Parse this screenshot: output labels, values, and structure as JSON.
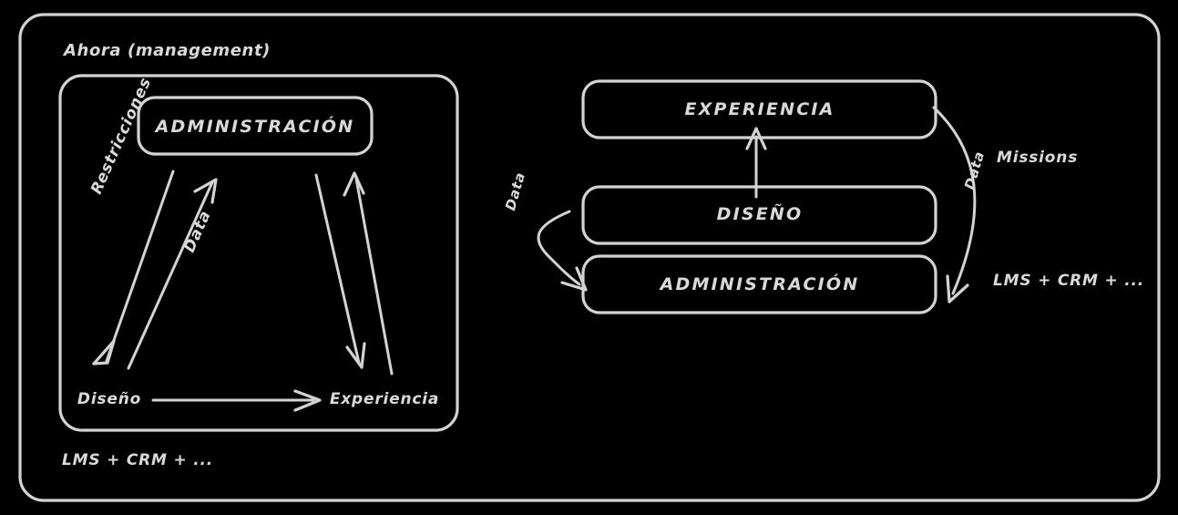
{
  "diagram": {
    "title": "Ahora (management)",
    "background_color": "#000000",
    "stroke_color": "#d3d3d3",
    "text_color": "#d9d9d9"
  },
  "left_panel": {
    "title": "Ahora (management)",
    "top_box": {
      "label": "ADMINISTRACIÓN"
    },
    "bottom_left_node": {
      "label": "Diseño"
    },
    "bottom_right_node": {
      "label": "Experiencia"
    },
    "edges": [
      {
        "name": "admin-to-diseno",
        "label": "Restricciones",
        "direction": "down"
      },
      {
        "name": "diseno-to-admin",
        "label": "Data",
        "direction": "up"
      },
      {
        "name": "admin-to-experiencia",
        "label": "",
        "direction": "down"
      },
      {
        "name": "experiencia-to-admin",
        "label": "",
        "direction": "up"
      },
      {
        "name": "diseno-to-experiencia",
        "label": "",
        "direction": "right"
      }
    ],
    "caption": "LMS + CRM + ..."
  },
  "right_panel": {
    "boxes": [
      {
        "label": "EXPERIENCIA"
      },
      {
        "label": "DISEÑO"
      },
      {
        "label": "ADMINISTRACIÓN"
      }
    ],
    "edges": [
      {
        "name": "diseno-to-experiencia",
        "label": "",
        "direction": "up"
      },
      {
        "name": "diseno-to-administracion",
        "label": "Data",
        "direction": "curve-left-down"
      },
      {
        "name": "experiencia-to-administracion",
        "label": "Data",
        "direction": "curve-right-down"
      }
    ],
    "labels": {
      "missions": "Missions",
      "systems": "LMS + CRM + ..."
    }
  }
}
